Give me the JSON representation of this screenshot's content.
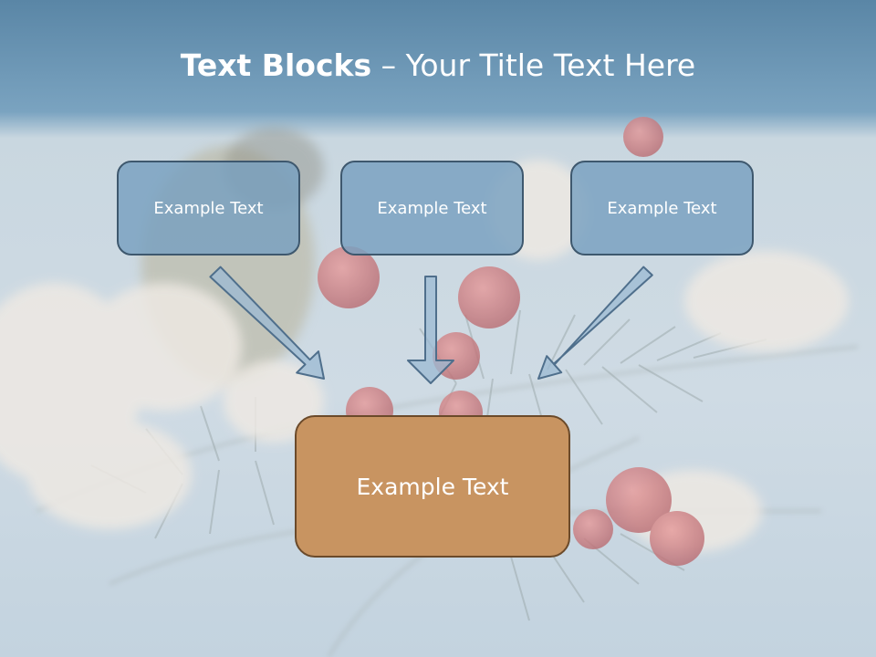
{
  "slide": {
    "title_bold": "Text Blocks",
    "title_separator": " – ",
    "title_rest": "Your Title Text Here",
    "top_boxes": [
      {
        "label": "Example Text"
      },
      {
        "label": "Example Text"
      },
      {
        "label": "Example Text"
      }
    ],
    "bottom_box": {
      "label": "Example Text"
    }
  },
  "colors": {
    "header_band": "#5b8aab",
    "top_box_fill": "#7ba3c2",
    "top_box_border": "#3e586e",
    "bottom_box_fill": "#c89461",
    "bottom_box_border": "#6b4a2a",
    "arrow_fill": "#9bbad3",
    "arrow_stroke": "#4f6f8c"
  }
}
